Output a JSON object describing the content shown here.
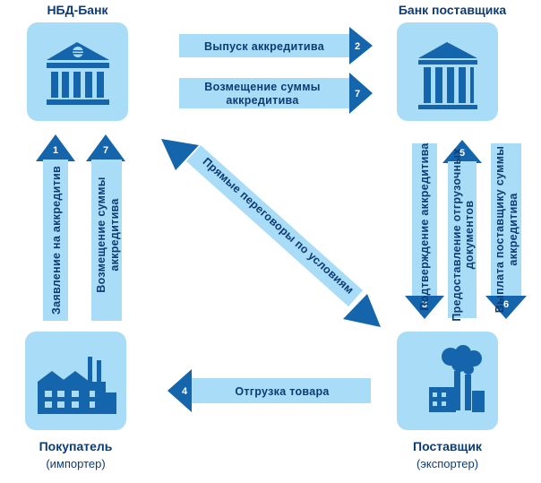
{
  "nodes": {
    "nbd_bank": {
      "title": "НБД-Банк"
    },
    "supplier_bank": {
      "title": "Банк поставщика"
    },
    "buyer": {
      "title": "Покупатель",
      "subtitle": "(импортер)"
    },
    "supplier": {
      "title": "Поставщик",
      "subtitle": "(экспортер)"
    }
  },
  "arrows": {
    "issue": {
      "label": "Выпуск аккредитива",
      "num": "2"
    },
    "reimburse_top": {
      "label1": "Возмещение суммы",
      "label2": "аккредитива",
      "num": "7"
    },
    "application": {
      "label": "Заявление на аккредитив",
      "num": "1"
    },
    "reimburse_left": {
      "label1": "Возмещение суммы",
      "label2": "аккредитива",
      "num": "7"
    },
    "negotiation": {
      "label": "Прямые переговоры по условиям"
    },
    "confirm": {
      "label": "Подтверждение аккредитива",
      "num": "3"
    },
    "docs": {
      "label1": "Предоставление отгрузочных",
      "label2": "документов",
      "num": "5"
    },
    "payment": {
      "label1": "Выплата поставщику суммы",
      "label2": "аккредитива",
      "num": "6"
    },
    "shipment": {
      "label": "Отгрузка товара",
      "num": "4"
    }
  },
  "colors": {
    "tile": "#a9dcf6",
    "band": "#a9dcf6",
    "head": "#1565ad",
    "ink": "#0d3b73"
  }
}
